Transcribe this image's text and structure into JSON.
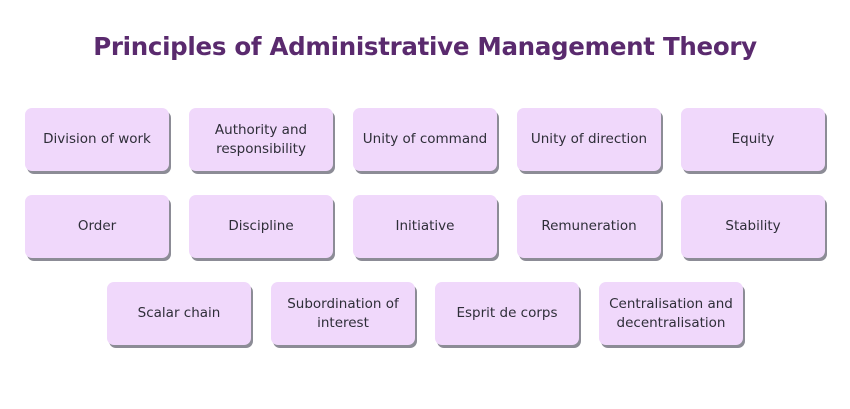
{
  "title": "Principles of Administrative Management Theory",
  "rows": [
    [
      "Division of work",
      "Authority and responsibility",
      "Unity of command",
      "Unity of direction",
      "Equity"
    ],
    [
      "Order",
      "Discipline",
      "Initiative",
      "Remuneration",
      "Stability"
    ],
    [
      "Scalar chain",
      "Subordination of interest",
      "Esprit de corps",
      "Centralisation and decentralisation"
    ]
  ],
  "colors": {
    "title": "#5a2a6e",
    "box_fill": "#f0d8fb",
    "box_shadow": "#8c8c96",
    "text": "#2e2e38"
  }
}
